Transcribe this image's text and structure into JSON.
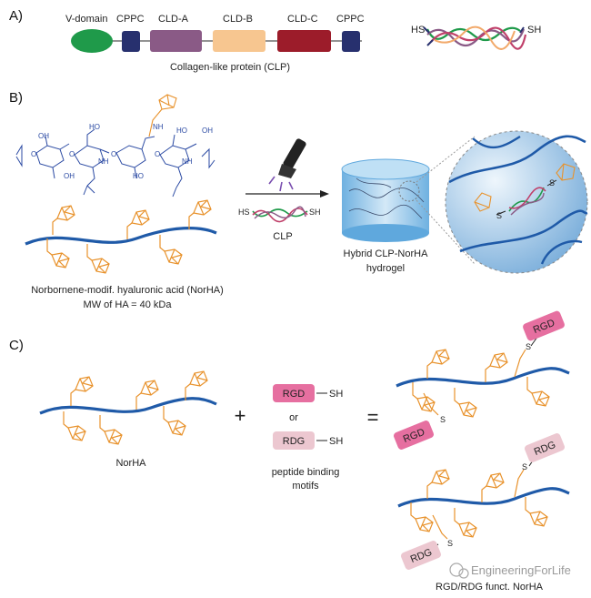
{
  "panels": {
    "a": "A)",
    "b": "B)",
    "c": "C)"
  },
  "panel_a": {
    "domains": [
      "V-domain",
      "CPPC",
      "CLD-A",
      "CLD-B",
      "CLD-C",
      "CPPC"
    ],
    "caption": "Collagen-like protein (CLP)",
    "thiol_left": "HS",
    "thiol_right": "SH",
    "colors": {
      "v_domain": "#1f9a4a",
      "cppc": "#27306e",
      "cld_a": "#8a5a86",
      "cld_b": "#f7c690",
      "cld_c": "#9c1c2a"
    }
  },
  "panel_b": {
    "chem_labels": [
      "OH",
      "OH",
      "OH",
      "NH",
      "NH",
      "NH",
      "HO",
      "HO",
      "HO",
      "O",
      "O",
      "O",
      "O"
    ],
    "norha_caption_1": "Norbornene-modif. hyaluronic acid (NorHA)",
    "norha_caption_2": "MW of HA = 40 kDa",
    "clp_label": "CLP",
    "thiol_left": "HS",
    "thiol_right": "SH",
    "hydrogel_caption_1": "Hybrid CLP-NorHA",
    "hydrogel_caption_2": "hydrogel",
    "zoom_s1": "S",
    "zoom_s2": "S"
  },
  "panel_c": {
    "norha_label": "NorHA",
    "plus": "+",
    "equals": "=",
    "rgd": "RGD",
    "rdg": "RDG",
    "sh": "SH",
    "or": "or",
    "motif_caption_1": "peptide binding",
    "motif_caption_2": "motifs",
    "s": "S",
    "result_caption": "RGD/RDG funct. NorHA",
    "colors": {
      "rgd_box": "#e66fa0",
      "rdg_box": "#ecc7d0",
      "backbone": "#1f5aa8",
      "norbornene": "#e8922c"
    }
  },
  "watermark": "EngineeringForLife"
}
